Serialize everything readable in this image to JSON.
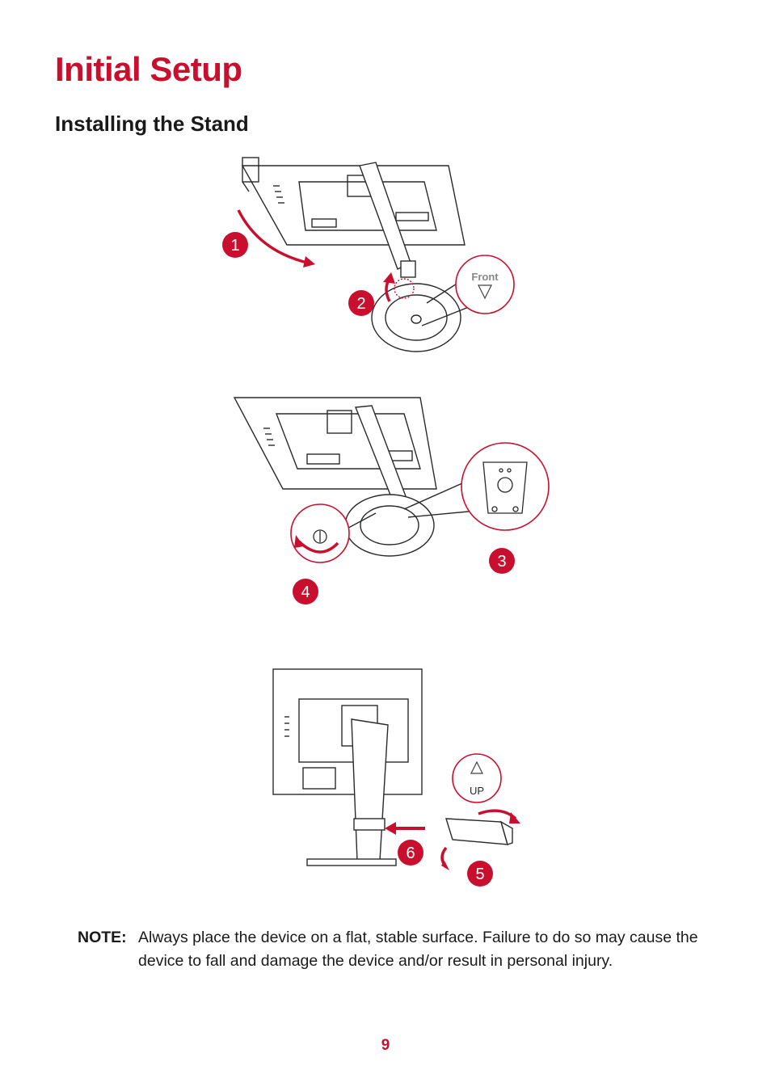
{
  "page": {
    "title": "Initial Setup",
    "section_title": "Installing the Stand",
    "page_number": "9"
  },
  "colors": {
    "accent": "#c8102e",
    "line": "#2a2a2a"
  },
  "figure1": {
    "step_labels": [
      "1",
      "2"
    ],
    "callout_text": "Front",
    "callout_icon": "triangle-down-icon"
  },
  "figure2": {
    "step_labels": [
      "3",
      "4"
    ],
    "callout_icon": "stand-base-detail-icon"
  },
  "figure3": {
    "step_labels": [
      "5",
      "6"
    ],
    "callout_text": "UP",
    "callout_icon": "triangle-up-icon"
  },
  "note": {
    "label": "NOTE:",
    "text": "Always place the device on a flat, stable surface. Failure to do so may cause the device to fall and damage the device and/or result in personal injury."
  }
}
